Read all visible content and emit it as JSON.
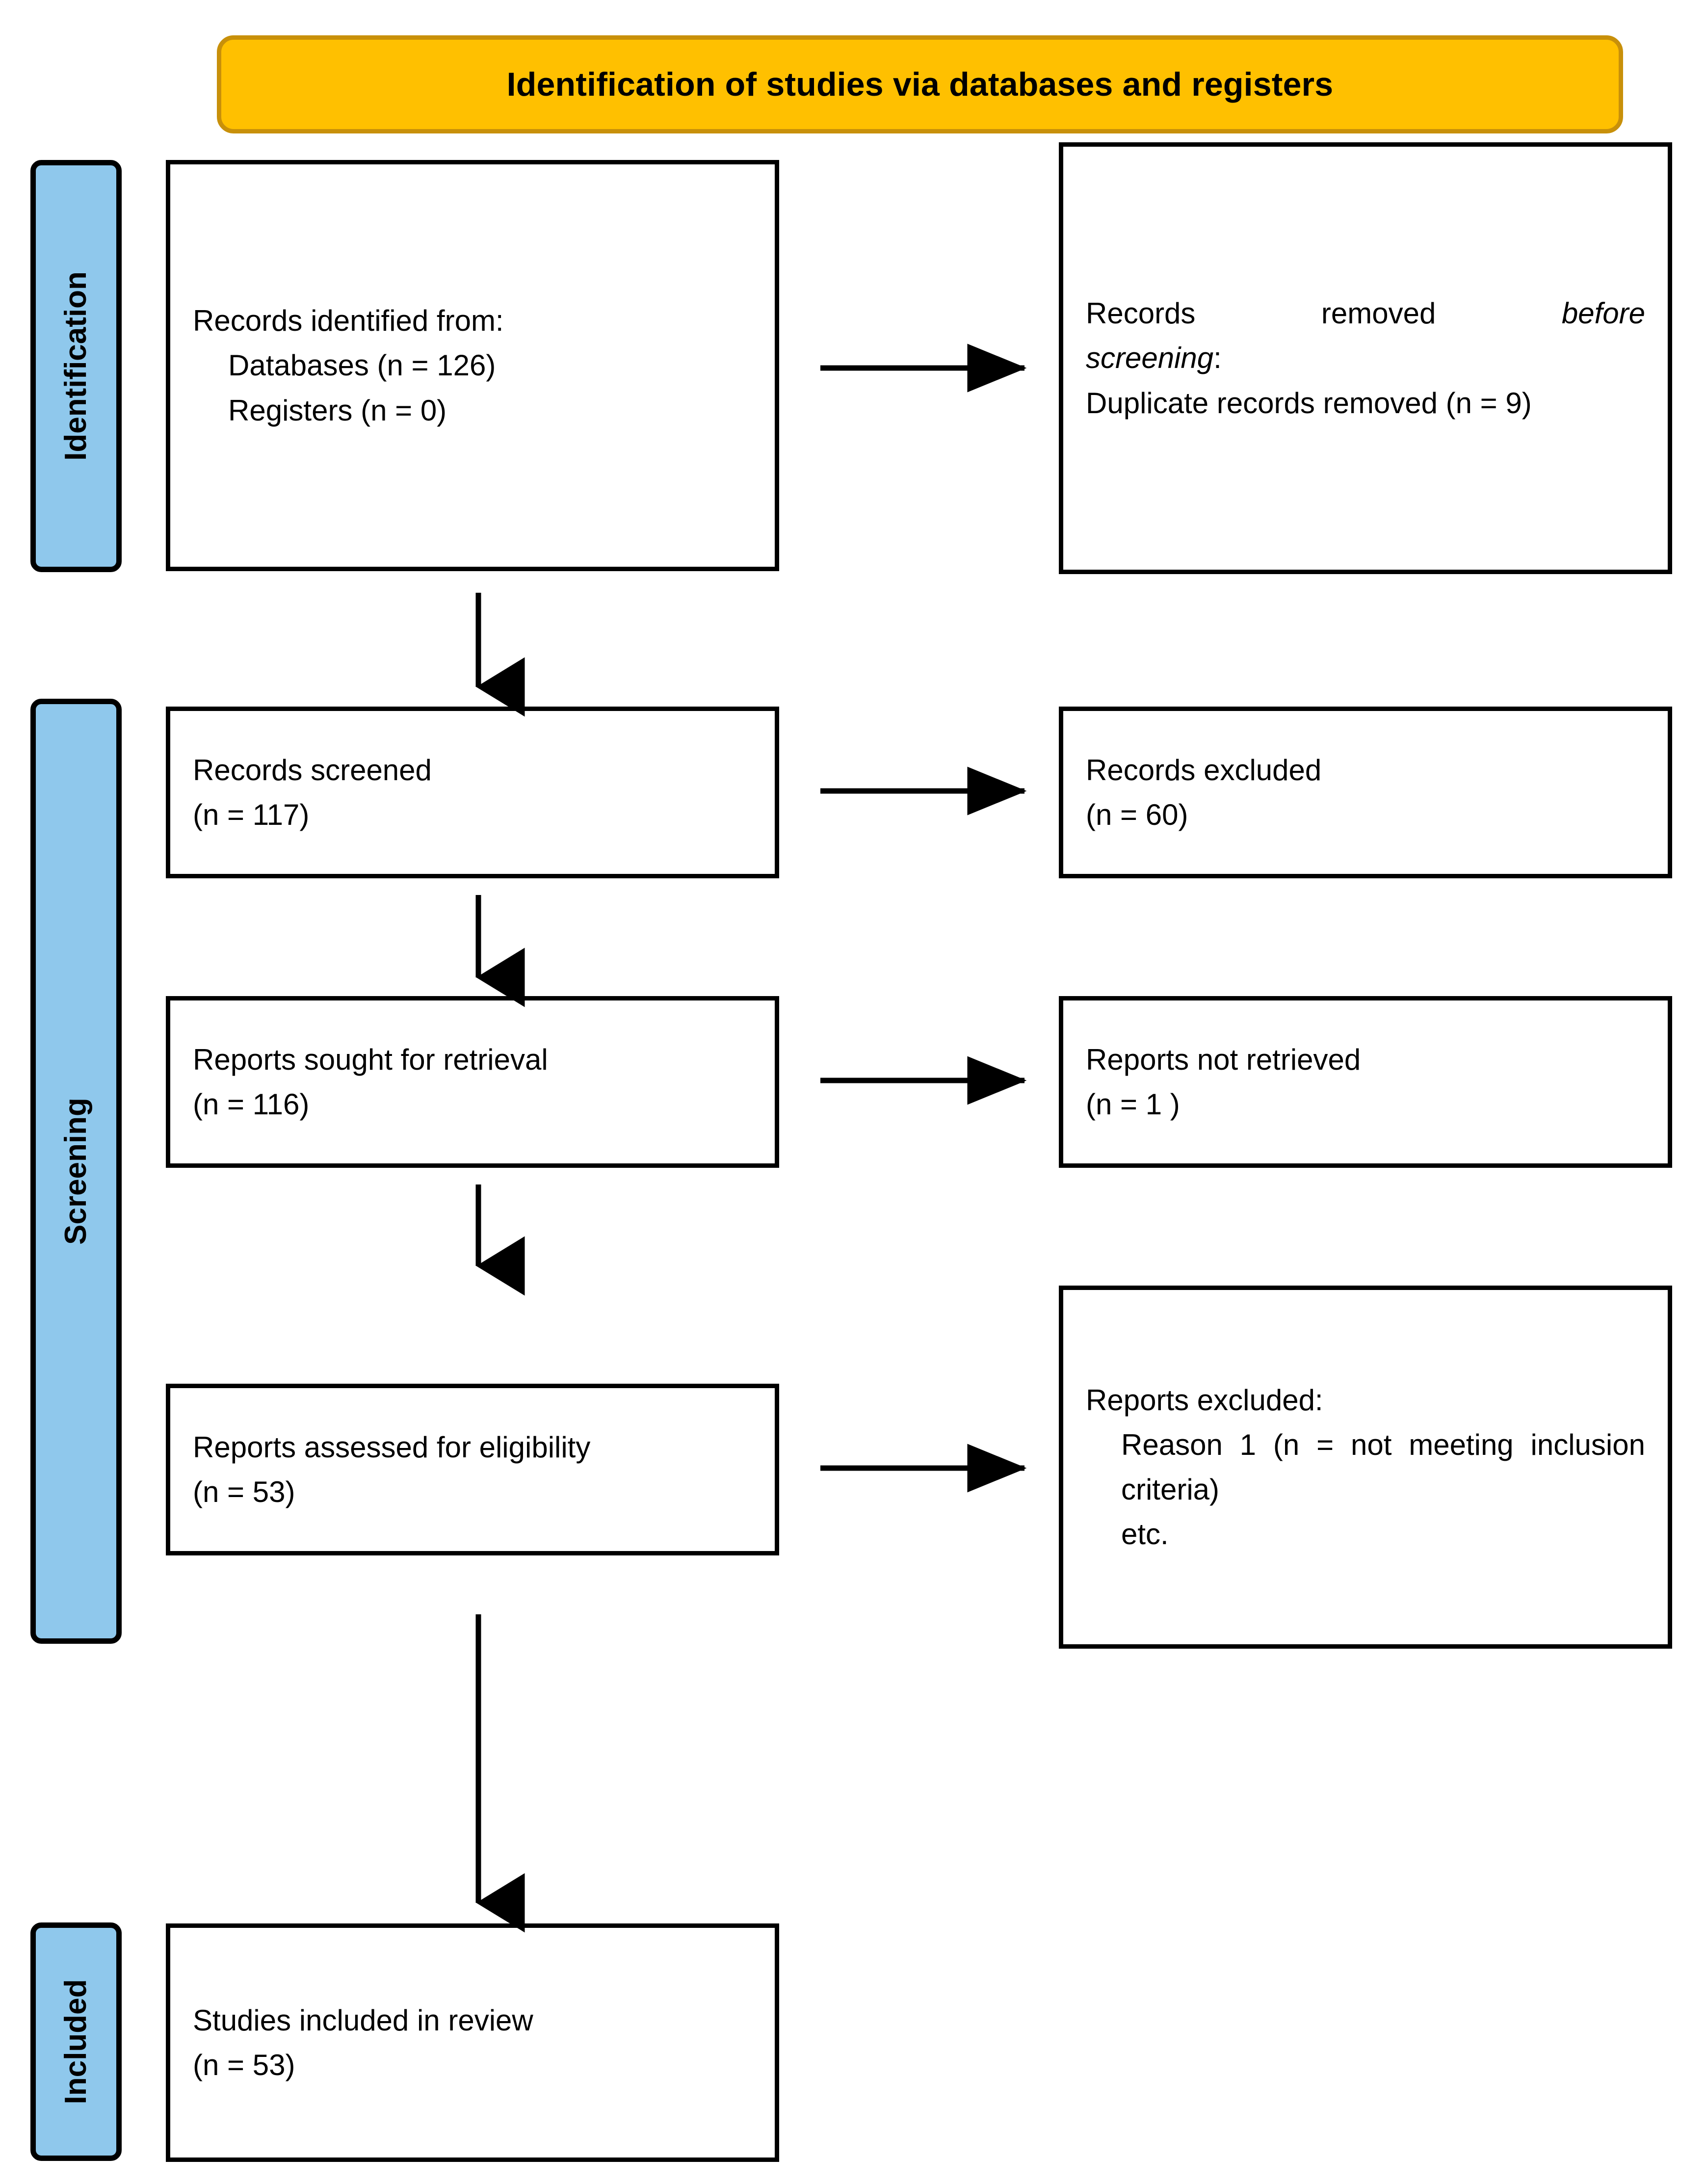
{
  "banner": {
    "title": "Identification of studies via databases and registers"
  },
  "colors": {
    "banner_fill": "#FFC000",
    "banner_border": "#C8900A",
    "sidebar_fill": "#8FC8EC",
    "box_border": "#000000",
    "text": "#000000",
    "page_background": "#FFFFFF"
  },
  "sidebars": [
    {
      "label": "Identification"
    },
    {
      "label": "Screening"
    },
    {
      "label": "Included"
    }
  ],
  "boxes": {
    "records_identified": {
      "line1": "Records identified from:",
      "line2": "Databases (n = 126)",
      "line3": "Registers (n = 0)"
    },
    "records_removed": {
      "line1": "Records removed",
      "line1_italic": "before",
      "line2_italic": "screening",
      "line2_suffix": ":",
      "line3": "Duplicate records removed (n = 9)"
    },
    "records_screened": {
      "line1": "Records screened",
      "line2": "(n = 117)"
    },
    "records_excluded": {
      "line1": "Records excluded",
      "line2": "(n = 60)"
    },
    "reports_sought": {
      "line1": "Reports sought for retrieval",
      "line2": "(n = 116)"
    },
    "reports_not_retrieved": {
      "line1": "Reports not retrieved",
      "line2": "(n = 1 )"
    },
    "reports_assessed": {
      "line1": "Reports assessed for eligibility",
      "line2": "(n = 53)"
    },
    "reports_excluded": {
      "line1": "Reports excluded:",
      "line2": "Reason 1 (n = not meeting inclusion criteria)",
      "line3": "etc."
    },
    "studies_included": {
      "line1": "Studies included in review",
      "line2": "(n = 53)"
    }
  },
  "chart_data": {
    "type": "diagram",
    "title": "Identification of studies via databases and registers",
    "diagram_kind": "PRISMA 2020 flow diagram",
    "stages": [
      "Identification",
      "Screening",
      "Included"
    ],
    "nodes": [
      {
        "id": "records_identified",
        "stage": "Identification",
        "column": "left",
        "text": "Records identified from: Databases (n = 126); Registers (n = 0)",
        "n_databases": 126,
        "n_registers": 0
      },
      {
        "id": "records_removed",
        "stage": "Identification",
        "column": "right",
        "text": "Records removed before screening: Duplicate records removed (n = 9)",
        "n": 9
      },
      {
        "id": "records_screened",
        "stage": "Screening",
        "column": "left",
        "text": "Records screened (n = 117)",
        "n": 117
      },
      {
        "id": "records_excluded",
        "stage": "Screening",
        "column": "right",
        "text": "Records excluded (n = 60)",
        "n": 60
      },
      {
        "id": "reports_sought",
        "stage": "Screening",
        "column": "left",
        "text": "Reports sought for retrieval (n = 116)",
        "n": 116
      },
      {
        "id": "reports_not_retrieved",
        "stage": "Screening",
        "column": "right",
        "text": "Reports not retrieved (n = 1 )",
        "n": 1
      },
      {
        "id": "reports_assessed",
        "stage": "Screening",
        "column": "left",
        "text": "Reports assessed for eligibility (n = 53)",
        "n": 53
      },
      {
        "id": "reports_excluded",
        "stage": "Screening",
        "column": "right",
        "text": "Reports excluded: Reason 1 (n = not meeting inclusion criteria) etc.",
        "n": null
      },
      {
        "id": "studies_included",
        "stage": "Included",
        "column": "left",
        "text": "Studies included in review (n = 53)",
        "n": 53
      }
    ],
    "edges": [
      {
        "from": "records_identified",
        "to": "records_removed",
        "direction": "right"
      },
      {
        "from": "records_identified",
        "to": "records_screened",
        "direction": "down"
      },
      {
        "from": "records_screened",
        "to": "records_excluded",
        "direction": "right"
      },
      {
        "from": "records_screened",
        "to": "reports_sought",
        "direction": "down"
      },
      {
        "from": "reports_sought",
        "to": "reports_not_retrieved",
        "direction": "right"
      },
      {
        "from": "reports_sought",
        "to": "reports_assessed",
        "direction": "down"
      },
      {
        "from": "reports_assessed",
        "to": "reports_excluded",
        "direction": "right"
      },
      {
        "from": "reports_assessed",
        "to": "studies_included",
        "direction": "down"
      }
    ]
  }
}
